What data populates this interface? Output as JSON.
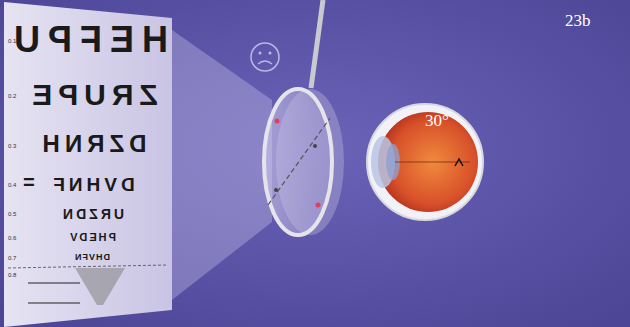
{
  "diagram": {
    "labels": [
      "23b",
      "30°",
      "HEFPU",
      "ZRUPE",
      "DZRNH",
      "DVHNF",
      "URZDN",
      "PHEDV",
      "DHVFN",
      "=",
      "0.1",
      "0.2",
      "0.3",
      "0.4",
      "0.5",
      "0.6",
      "0.7",
      "0.8"
    ]
  }
}
